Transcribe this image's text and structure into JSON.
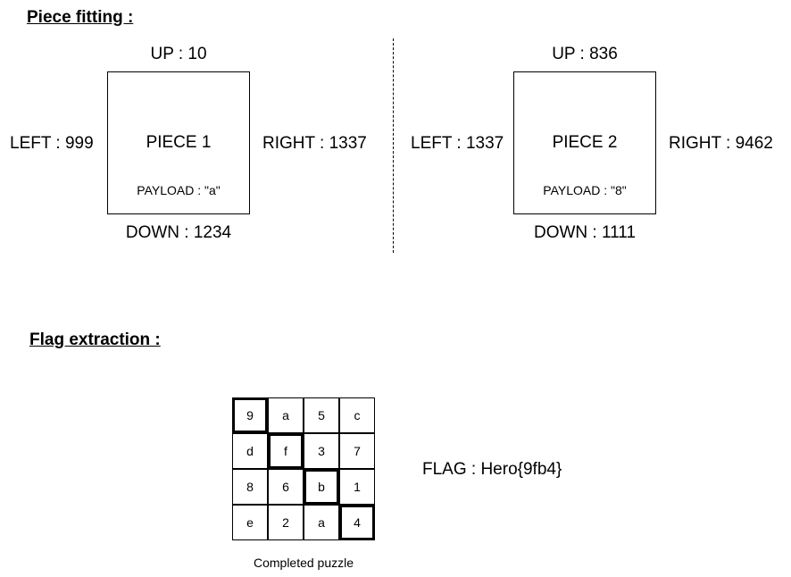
{
  "fitting": {
    "title": "Piece fitting :",
    "pieces": [
      {
        "name": "PIECE 1",
        "payload": "PAYLOAD : \"a\"",
        "up": "UP : 10",
        "down": "DOWN : 1234",
        "left": "LEFT : 999",
        "right": "RIGHT : 1337"
      },
      {
        "name": "PIECE 2",
        "payload": "PAYLOAD : \"8\"",
        "up": "UP : 836",
        "down": "DOWN : 1111",
        "left": "LEFT : 1337",
        "right": "RIGHT : 9462"
      }
    ]
  },
  "extraction": {
    "title": "Flag extraction :",
    "grid": [
      [
        "9",
        "a",
        "5",
        "c"
      ],
      [
        "d",
        "f",
        "3",
        "7"
      ],
      [
        "8",
        "6",
        "b",
        "1"
      ],
      [
        "e",
        "2",
        "a",
        "4"
      ]
    ],
    "highlighted": [
      "0,0",
      "1,1",
      "2,2",
      "3,3"
    ],
    "caption": "Completed puzzle",
    "flag": "FLAG : Hero{9fb4}"
  }
}
